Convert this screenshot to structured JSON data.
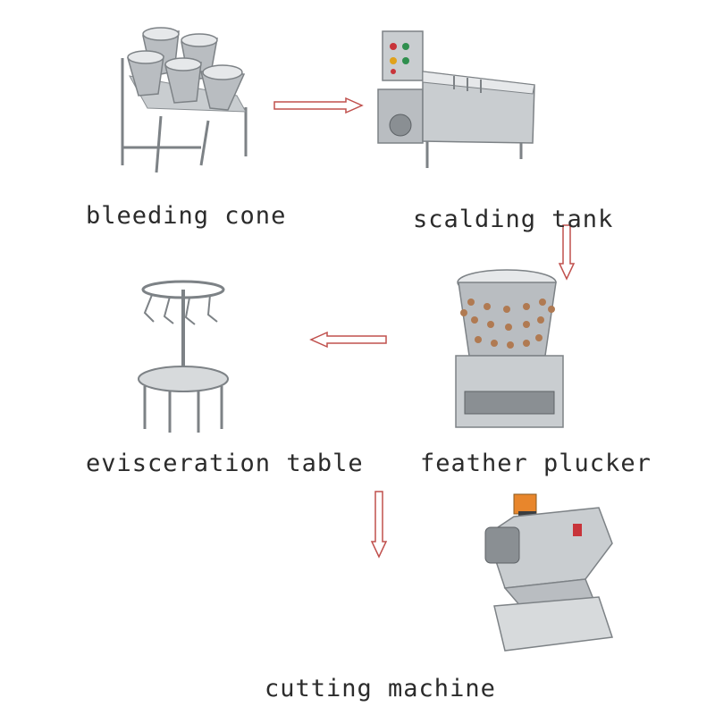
{
  "colors": {
    "arrow": "#c0504d",
    "steel": "#b9bdc1",
    "steel_dark": "#7d8286",
    "steel_light": "#e6e8ea",
    "finger": "#b07a52",
    "panel": "#8a8f93",
    "button_red": "#c8343a",
    "button_green": "#2f8f4e",
    "button_yellow": "#e0a21c",
    "orange_box": "#e8862c"
  },
  "labels": {
    "bleeding": "bleeding cone",
    "scalding": "scalding tank",
    "plucker": "feather plucker",
    "evisceration": "evisceration table",
    "cutting": "cutting machine"
  }
}
